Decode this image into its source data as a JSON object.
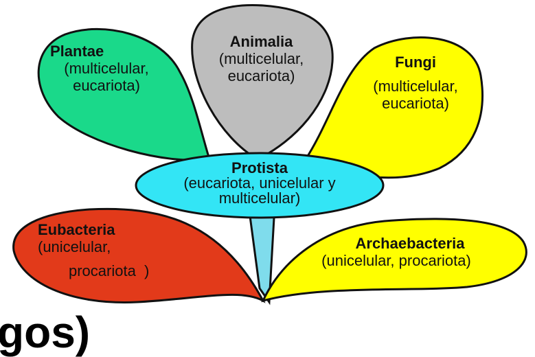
{
  "colors": {
    "plantae": "#1ad98a",
    "animalia": "#bdbdbd",
    "fungi": "#ffff00",
    "protista": "#33e5f5",
    "eubacteria": "#e23a1a",
    "archaebacteria": "#ffff00",
    "stem": "#7fdcec",
    "outline": "#111111"
  },
  "kingdoms": {
    "plantae": {
      "name": "Plantae",
      "desc_line1": "(multicelular,",
      "desc_line2": "eucariota)"
    },
    "animalia": {
      "name": "Animalia",
      "desc_line1": "(multicelular,",
      "desc_line2": "eucariota)"
    },
    "fungi": {
      "name": "Fungi",
      "desc_line1": "(multicelular,",
      "desc_line2": "eucariota)"
    },
    "protista": {
      "name": "Protista",
      "desc_line1": "(eucariota, unicelular y",
      "desc_line2": "multicelular)"
    },
    "eubacteria": {
      "name": "Eubacteria",
      "desc_line1": "(unicelular,",
      "desc_line2": "procariota  )"
    },
    "archaebacteria": {
      "name": "Archaebacteria",
      "desc_line1": "(unicelular, procariota)"
    }
  },
  "bottom_fragment": "gos)"
}
